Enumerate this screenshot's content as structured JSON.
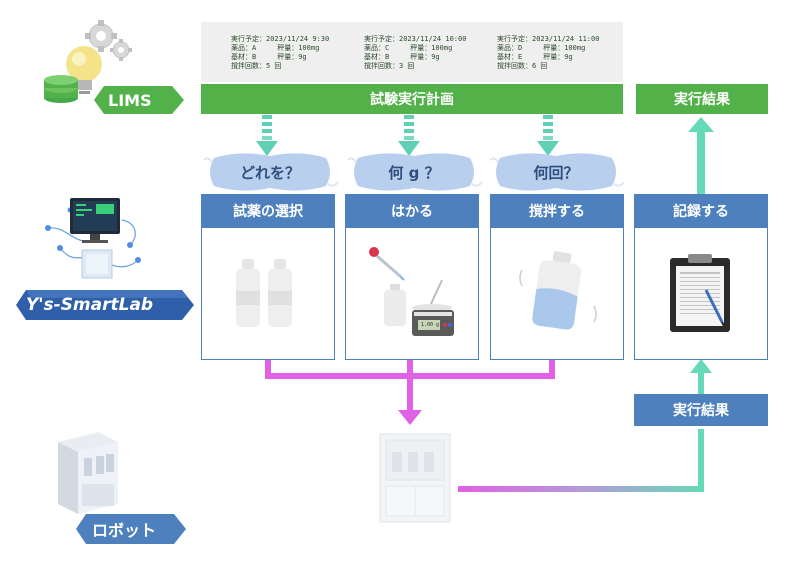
{
  "layers": {
    "lims": "LIMS",
    "smartlab": "Y's-SmartLab",
    "robot": "ロボット"
  },
  "plan": {
    "title": "試験実行計画",
    "entries": [
      {
        "line1": "実行予定：2023/11/24 9:30",
        "line2": "薬品：A　　　秤量：100mg",
        "line3": "基材：B　　　秤量：9g",
        "line4": "撹拌回数：5 回"
      },
      {
        "line1": "実行予定：2023/11/24 10:00",
        "line2": "薬品：C　　　秤量：100mg",
        "line3": "基材：B　　　秤量：9g",
        "line4": "撹拌回数：3 回"
      },
      {
        "line1": "実行予定：2023/11/24 11:00",
        "line2": "薬品：D　　　秤量：100mg",
        "line3": "基材：E　　　秤量：9g",
        "line4": "撹拌回数：6 回"
      }
    ]
  },
  "questions": [
    "どれを？",
    "何 g ？",
    "何回？"
  ],
  "steps": [
    "試薬の選択",
    "はかる",
    "撹拌する",
    "記録する"
  ],
  "results": {
    "top": "実行結果",
    "middle": "実行結果"
  },
  "scale_display": "1.00 g",
  "colors": {
    "lims_green": "#52b148",
    "step_blue": "#4e80bd",
    "arrow_magenta": "#e060e0",
    "arrow_teal": "#66d9b8",
    "question_cloud": "#b8cfee"
  }
}
